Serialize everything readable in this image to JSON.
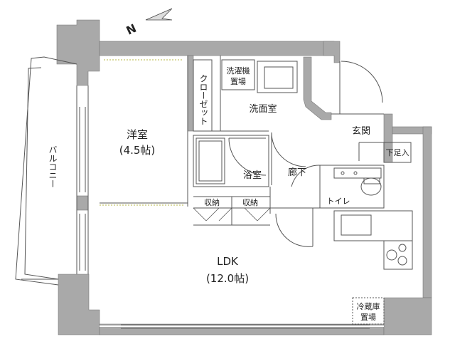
{
  "compass": {
    "north_label": "N"
  },
  "rooms": {
    "western_room": {
      "name": "洋室",
      "area": "(4.5帖)"
    },
    "ldk": {
      "name": "LDK",
      "area": "(12.0帖)"
    },
    "balcony": {
      "name": "バルコニー"
    },
    "closet": {
      "name": "クローゼット"
    },
    "washer_space": {
      "line1": "洗濯機",
      "line2": "置場"
    },
    "washroom": {
      "name": "洗面室"
    },
    "bathroom": {
      "name": "浴室"
    },
    "hallway": {
      "name": "廊下"
    },
    "entrance": {
      "name": "玄関"
    },
    "shoe_storage": {
      "name": "下足入"
    },
    "toilet": {
      "name": "トイレ"
    },
    "storage_left": {
      "name": "収納"
    },
    "storage_right": {
      "name": "収納"
    },
    "fridge_space": {
      "line1": "冷蔵庫",
      "line2": "置場"
    }
  },
  "colors": {
    "wall": "#a9a9a9",
    "line": "#555555",
    "background": "#ffffff"
  }
}
